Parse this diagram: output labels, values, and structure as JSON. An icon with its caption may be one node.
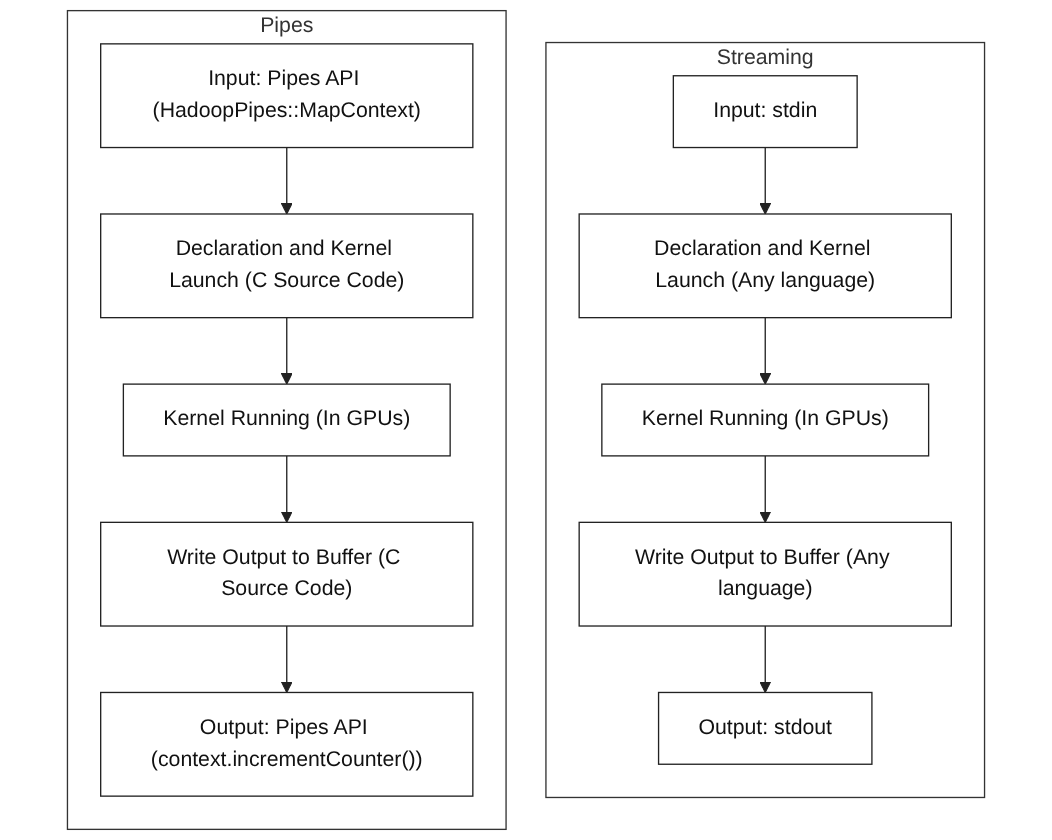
{
  "diagram": {
    "nodes": [
      {
        "text": [
          "Streaming"
        ]
      },
      {
        "text": [
          "Input: stdin"
        ],
        "in": 0
      },
      {
        "text": [
          "Declaration and Kernel Launch (Any language)"
        ],
        "in": 0
      },
      {
        "text": [
          "Kernel Running (In GPUs)"
        ],
        "in": 0
      },
      {
        "text": [
          "Write Output to Buffer (Any language)"
        ],
        "in": 0
      },
      {
        "text": [
          "Output: stdout"
        ],
        "in": 0
      },
      {
        "text": [
          "Pipes"
        ]
      },
      {
        "text": [
          "Input: Pipes API (HadoopPipes::MapContext)"
        ],
        "in": 6
      },
      {
        "text": [
          "Declaration and Kernel Launch (C Source Code)"
        ],
        "in": 6
      },
      {
        "text": [
          "Kernel Running (In GPUs)"
        ],
        "in": 6
      },
      {
        "text": [
          "Write Output to Buffer (C Source Code)"
        ],
        "in": 6
      },
      {
        "text": [
          "Output: Pipes API (context.incrementCounter())"
        ],
        "in": 6
      }
    ],
    "edges": [
      {
        "from": 1,
        "to": 2,
        "arrow": "to"
      },
      {
        "from": 2,
        "to": 3,
        "arrow": "to"
      },
      {
        "from": 3,
        "to": 4,
        "arrow": "to"
      },
      {
        "from": 4,
        "to": 5,
        "arrow": "to"
      },
      {
        "from": 7,
        "to": 8,
        "arrow": "to"
      },
      {
        "from": 8,
        "to": 9,
        "arrow": "to"
      },
      {
        "from": 9,
        "to": 10,
        "arrow": "to"
      },
      {
        "from": 10,
        "to": 11,
        "arrow": "to"
      }
    ]
  }
}
